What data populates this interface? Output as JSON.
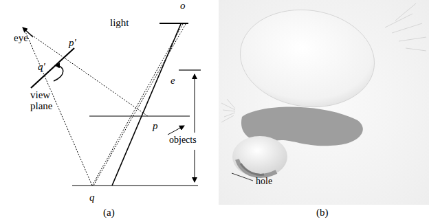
{
  "diagram": {
    "labels": [
      "eye",
      "light",
      "o",
      "p'",
      "q'",
      "view plane",
      "e",
      "p",
      "q",
      "objects",
      "(a)",
      "(b)",
      "hole"
    ]
  }
}
